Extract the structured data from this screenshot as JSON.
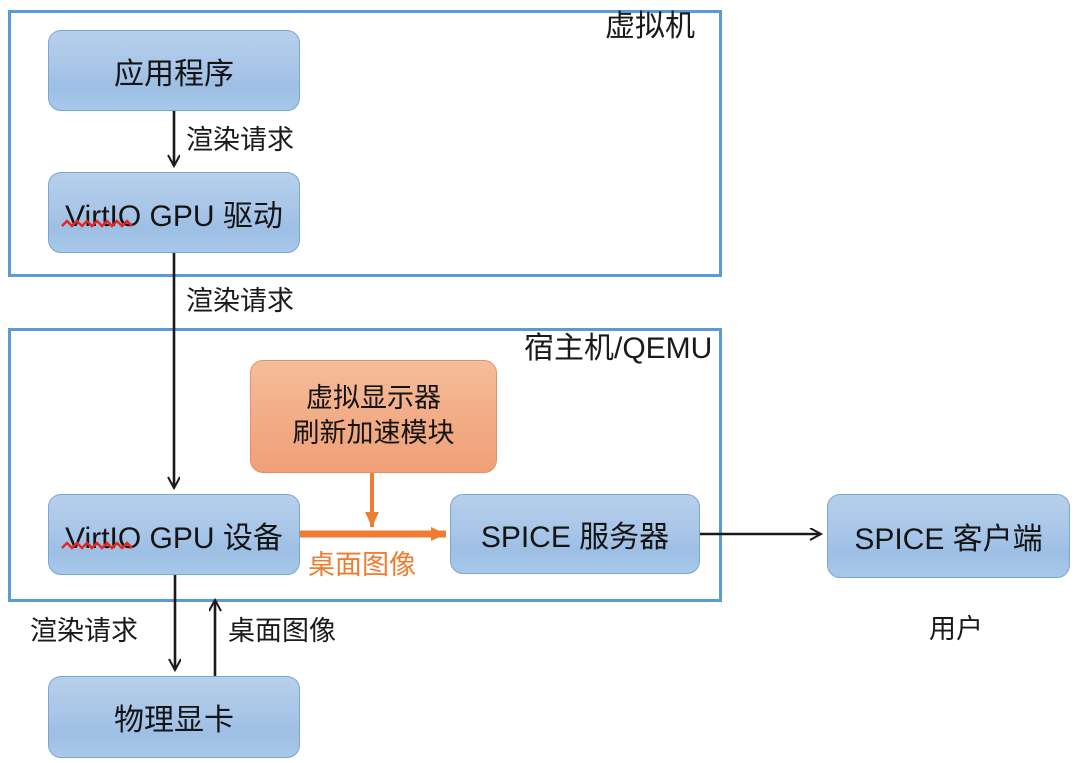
{
  "diagram": {
    "title_vm": "虚拟机",
    "title_host": "宿主机/QEMU",
    "colors": {
      "container_border": "#5B9BD5",
      "node_blue": "#A9C6E8",
      "node_orange": "#F2AD86",
      "arrow_black": "#1A1A1A",
      "arrow_orange": "#ED7D31"
    },
    "nodes": {
      "application": "应用程序",
      "virtio_gpu_driver": "VirtIO GPU 驱动",
      "virtio_gpu_device": "VirtIO GPU 设备",
      "virtual_display_module_line1": "虚拟显示器",
      "virtual_display_module_line2": "刷新加速模块",
      "spice_server": "SPICE 服务器",
      "spice_client": "SPICE 客户端",
      "physical_gpu": "物理显卡"
    },
    "edge_labels": {
      "app_to_driver": "渲染请求",
      "driver_to_device": "渲染请求",
      "device_to_spice": "桌面图像",
      "device_to_gpu": "渲染请求",
      "gpu_to_device": "桌面图像"
    },
    "outside_labels": {
      "user": "用户"
    }
  }
}
